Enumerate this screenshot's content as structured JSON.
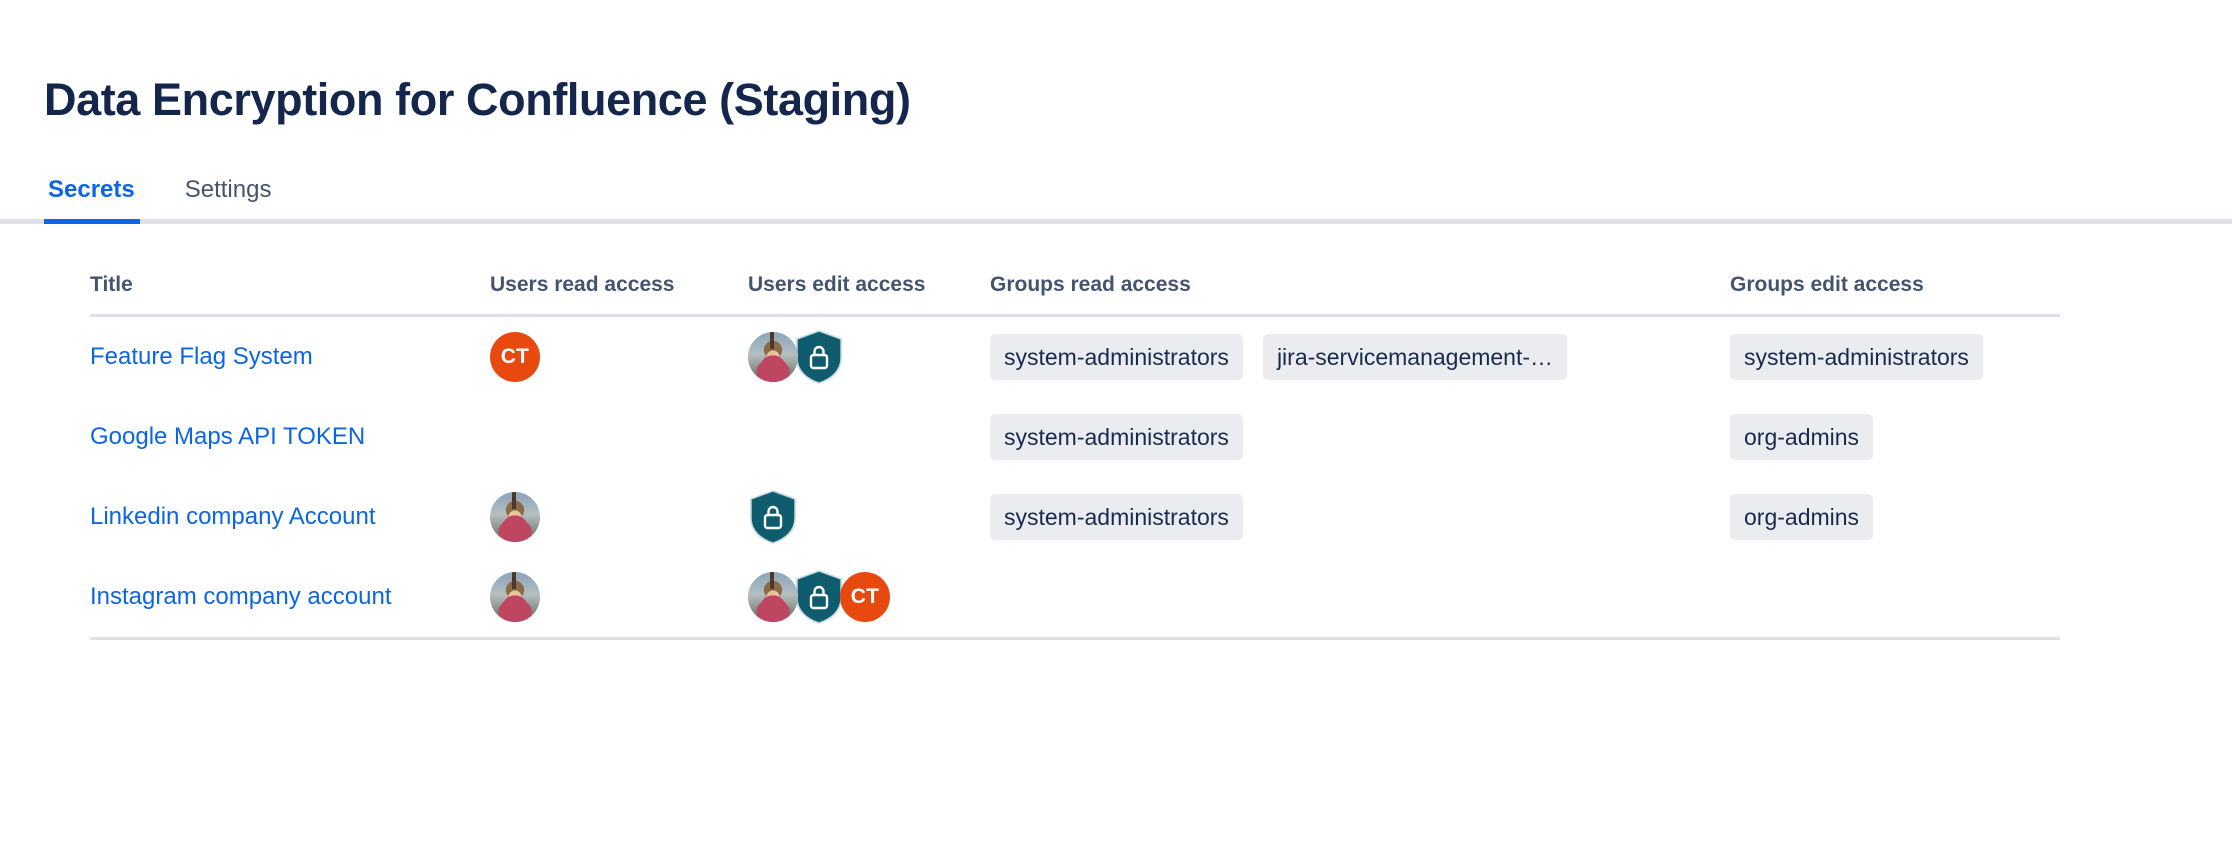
{
  "header": {
    "title": "Data Encryption for Confluence (Staging)"
  },
  "tabs": [
    {
      "label": "Secrets",
      "active": true
    },
    {
      "label": "Settings",
      "active": false
    }
  ],
  "table": {
    "columns": [
      {
        "key": "title",
        "label": "Title"
      },
      {
        "key": "users_read",
        "label": "Users read access"
      },
      {
        "key": "users_edit",
        "label": "Users edit access"
      },
      {
        "key": "groups_read",
        "label": "Groups read access"
      },
      {
        "key": "groups_edit",
        "label": "Groups edit access"
      }
    ],
    "rows": [
      {
        "title": "Feature Flag System",
        "users_read": [
          {
            "type": "initials",
            "label": "CT",
            "color": "#e8490f"
          }
        ],
        "users_edit": [
          {
            "type": "photo",
            "label": ""
          },
          {
            "type": "shield-lock",
            "label": "",
            "color": "#0e5c6e"
          }
        ],
        "groups_read": [
          "system-administrators",
          "jira-servicemanagement-…"
        ],
        "groups_edit": [
          "system-administrators"
        ]
      },
      {
        "title": "Google Maps API TOKEN",
        "users_read": [],
        "users_edit": [],
        "groups_read": [
          "system-administrators"
        ],
        "groups_edit": [
          "org-admins"
        ]
      },
      {
        "title": "Linkedin company Account",
        "users_read": [
          {
            "type": "photo",
            "label": ""
          }
        ],
        "users_edit": [
          {
            "type": "shield-lock",
            "label": "",
            "color": "#0e5c6e"
          }
        ],
        "groups_read": [
          "system-administrators"
        ],
        "groups_edit": [
          "org-admins"
        ]
      },
      {
        "title": "Instagram company account",
        "users_read": [
          {
            "type": "photo",
            "label": ""
          }
        ],
        "users_edit": [
          {
            "type": "photo",
            "label": ""
          },
          {
            "type": "shield-lock",
            "label": "",
            "color": "#0e5c6e"
          },
          {
            "type": "initials",
            "label": "CT",
            "color": "#e8490f"
          }
        ],
        "groups_read": [],
        "groups_edit": []
      }
    ]
  },
  "colors": {
    "title_text": "#14264c",
    "link": "#0c66e4",
    "tab_active": "#0c66e4",
    "tab_inactive": "#44546f",
    "tab_rail": "#dfe1e6",
    "header_text": "#44546f",
    "tag_bg": "#ebecf0",
    "tag_text": "#172b4d",
    "avatar_initials_bg": "#e8490f",
    "shield_bg": "#0e5c6e",
    "page_bg": "#ffffff"
  }
}
